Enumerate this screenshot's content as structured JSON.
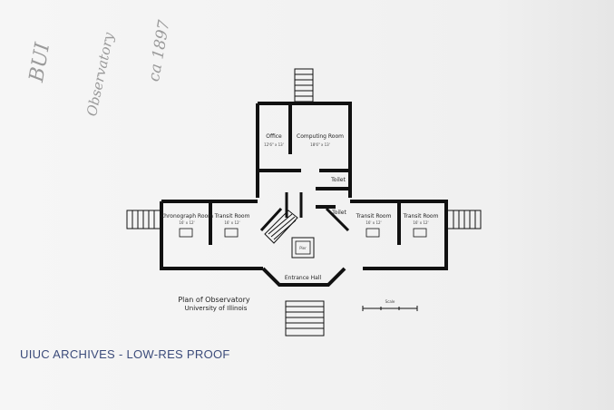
{
  "annotations": {
    "code": "BUI",
    "subject": "Observatory",
    "date": "ca 1897"
  },
  "plan": {
    "title_line1": "Plan of Observatory",
    "title_line2": "University of Illinois",
    "scale_label": "Scale",
    "rooms": {
      "office": "Office",
      "office_dim": "12'6\" x 13'",
      "computing": "Computing Room",
      "computing_dim": "18'6\" x 13'",
      "toilet1": "Toilet",
      "toilet2": "Toilet",
      "chronograph": "Chronograph Room",
      "chronograph_dim": "16' x 12'",
      "transit1": "Transit Room",
      "transit1_dim": "16' x 12'",
      "transit2": "Transit Room",
      "transit2_dim": "16' x 12'",
      "transit3": "Transit Room",
      "transit3_dim": "16' x 12'",
      "entrance": "Entrance Hall",
      "pier": "Pier"
    }
  },
  "watermark": "UIUC ARCHIVES - LOW-RES PROOF"
}
